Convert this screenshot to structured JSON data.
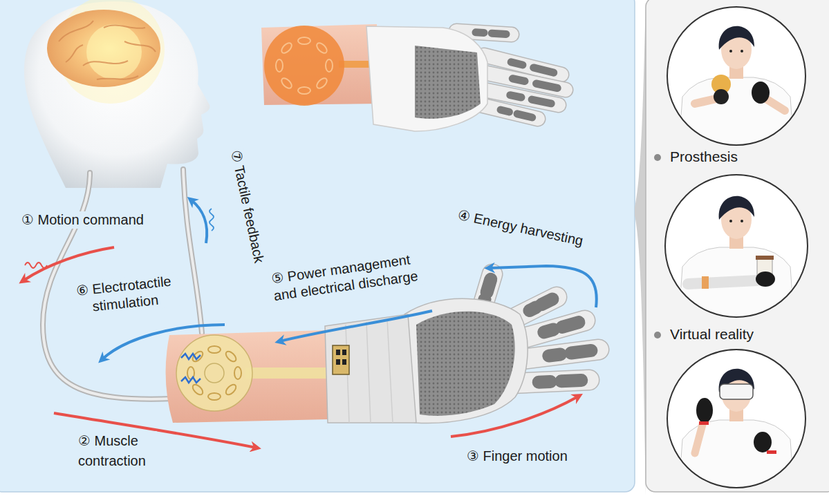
{
  "diagram": {
    "labels": [
      "① Motion command",
      "② Muscle contraction",
      "③ Finger motion",
      "④ Energy harvesting",
      "⑤ Power management and electrical discharge",
      "⑥ Electrotactile stimulation",
      "⑦ Tactile feedback",
      "Prosthesis",
      "Virtual reality"
    ]
  }
}
